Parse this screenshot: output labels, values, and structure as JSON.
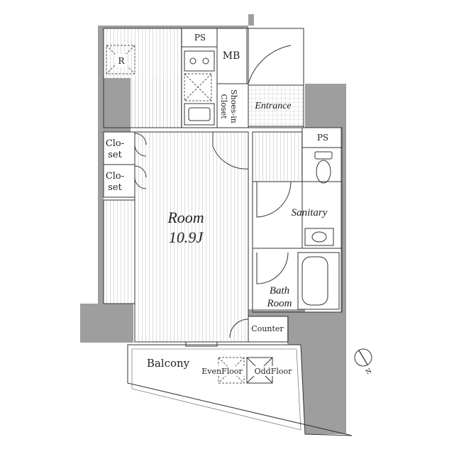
{
  "rooms": {
    "main_room": {
      "label": "Room",
      "size": "10.9J"
    },
    "sanitary": "Sanitary",
    "bath_line1": "Bath",
    "bath_line2": "Room",
    "entrance": "Entrance",
    "counter": "Counter",
    "balcony": "Balcony"
  },
  "fixtures": {
    "ps_top": "PS",
    "ps_right": "PS",
    "mb": "MB",
    "refrigerator": "R",
    "closet1_line1": "Clo-",
    "closet1_line2": "set",
    "closet2_line1": "Clo-",
    "closet2_line2": "set",
    "shoes_in_closet_line1": "Shoes-in",
    "shoes_in_closet_line2": "Closet"
  },
  "hatches": {
    "even_floor": "EvenFloor",
    "odd_floor": "OddFloor"
  },
  "compass": {
    "north": "N"
  }
}
